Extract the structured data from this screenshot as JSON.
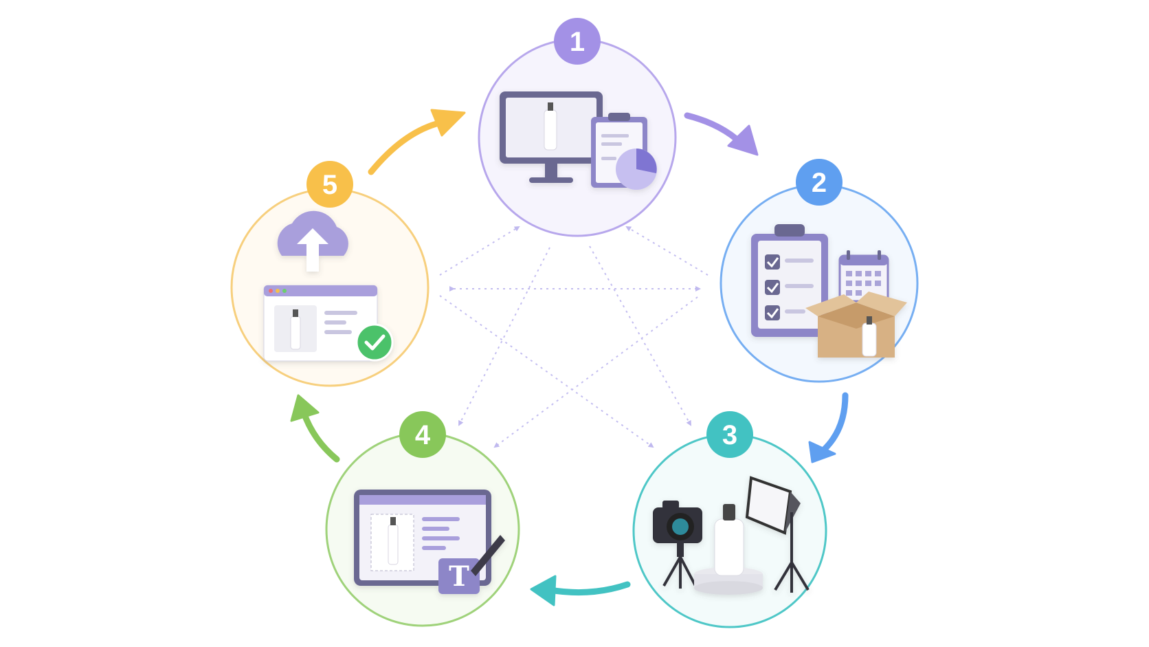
{
  "steps": [
    {
      "number": "1",
      "color": "#a391e6",
      "ring": "#b7a7ec",
      "fill": "#f6f4fd",
      "icon": "monitor-clipboard-chart-icon"
    },
    {
      "number": "2",
      "color": "#5f9ff0",
      "ring": "#76aef2",
      "fill": "#f3f8fe",
      "icon": "checklist-calendar-box-icon"
    },
    {
      "number": "3",
      "color": "#42c2c2",
      "ring": "#4ec7c7",
      "fill": "#f3fbfb",
      "icon": "camera-bottle-softbox-icon"
    },
    {
      "number": "4",
      "color": "#88c75a",
      "ring": "#9fd27a",
      "fill": "#f6fbf2",
      "icon": "tablet-editor-text-icon"
    },
    {
      "number": "5",
      "color": "#f8c04a",
      "ring": "#f7cf7d",
      "fill": "#fffaf2",
      "icon": "cloud-upload-browser-check-icon"
    }
  ],
  "tools": {
    "text_tool_glyph": "T"
  },
  "colors": {
    "dashed_lines": "#c3bdf0",
    "icon_body": "#6b6891",
    "icon_screen": "#a99fdc"
  }
}
